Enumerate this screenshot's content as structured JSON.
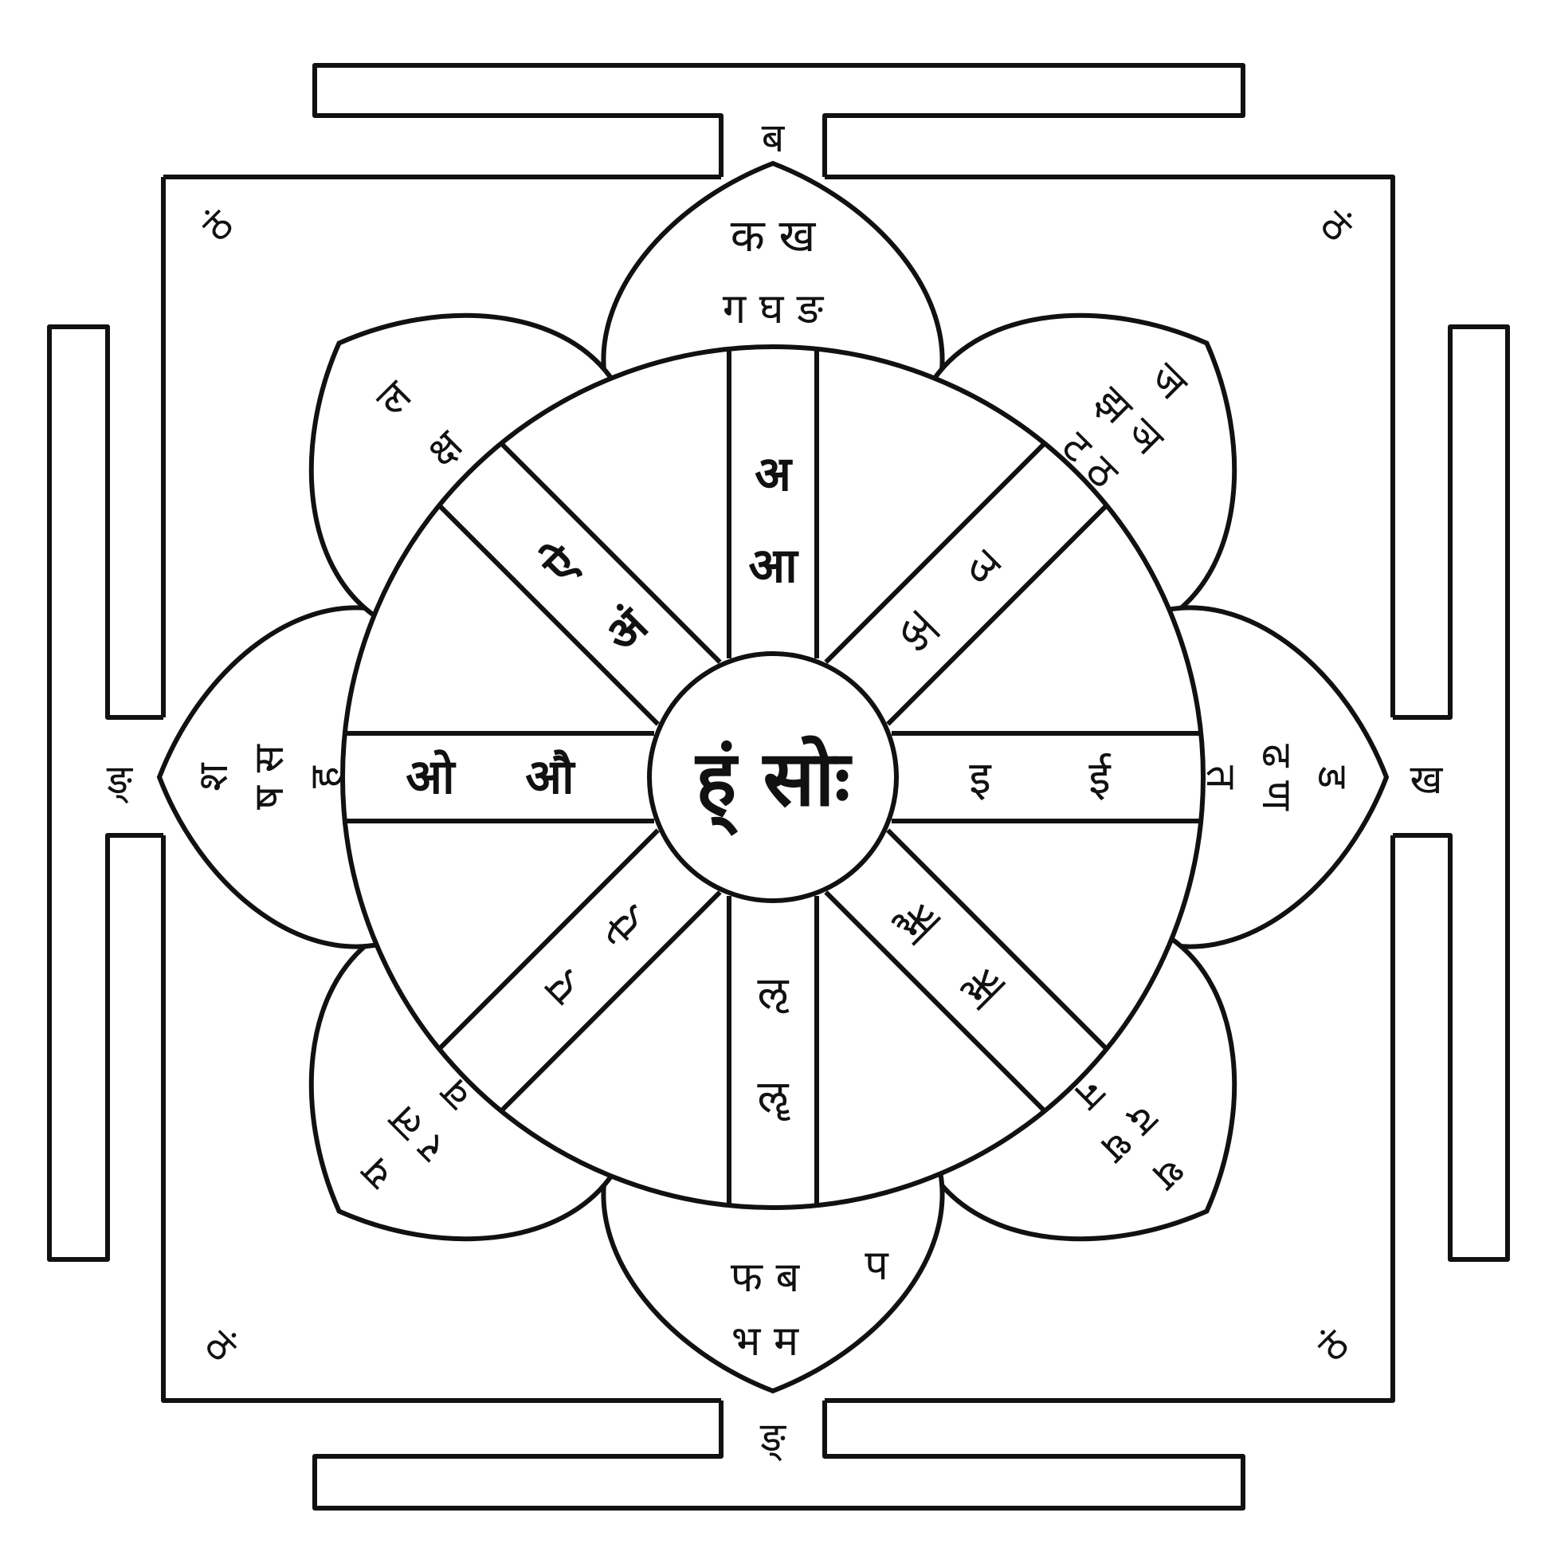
{
  "diagram": {
    "center_text": "ह्ं सोः",
    "directional_letters": {
      "top": "ब",
      "bottom": "ङ्",
      "left": "ङ्",
      "right": "ख"
    },
    "corner_letters": {
      "top_left": "ठं",
      "top_right": "ठं",
      "bottom_left": "ठं",
      "bottom_right": "ठं"
    },
    "petals": {
      "top": [
        "क ख",
        "ग घ ङ"
      ],
      "top_right": [
        "ज",
        "झ ञ",
        "ट ठ"
      ],
      "right": [
        "ड",
        "ढ ण",
        "त"
      ],
      "bottom_right": [
        "थ",
        "द ध",
        "न"
      ],
      "bottom": [
        "प",
        "फ ब",
        "भ म"
      ],
      "bottom_left": [
        "य",
        "र ल",
        "व"
      ],
      "left": [
        "श",
        "ष स",
        "ह"
      ],
      "top_left": [
        "ल",
        "क्ष"
      ]
    },
    "spokes": {
      "top": [
        "अ",
        "आ"
      ],
      "top_left": [
        "ऐ",
        "अं"
      ],
      "left": [
        "ओ",
        "औ"
      ],
      "right": [
        "इ",
        "ई"
      ],
      "top_right": [
        "उ",
        "ऊ"
      ],
      "bottom_right": [
        "ऋ",
        "ॠ"
      ],
      "bottom": [
        "ऌ",
        "ॡ"
      ],
      "bottom_left": [
        "ए",
        "ऐ"
      ]
    }
  },
  "colors": {
    "ink": "#111111",
    "paper": "#ffffff"
  }
}
